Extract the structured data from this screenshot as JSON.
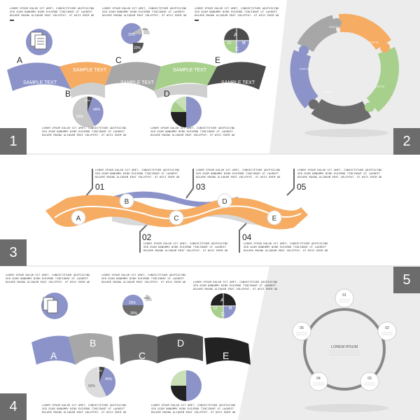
{
  "panels": [
    {
      "number": "1"
    },
    {
      "number": "2"
    },
    {
      "number": "3"
    },
    {
      "number": "4"
    },
    {
      "number": "5"
    }
  ],
  "lorem": "LOREM IPSUM DOLOR SIT AMET, CONSECTETUER ADIPISCING\nSED DIAM NONUMMY NIBH EUISMOD TINCIDUNT UT LAOREET\nDOLORE MAGNA ALIQUAM ERAT VOLUTPAT. UT WISI ENIM AD",
  "panel1": {
    "letters": [
      "A",
      "B",
      "C",
      "D",
      "E"
    ],
    "ribbon_labels": [
      "SAMPLE TEXT",
      "SAMPLE TEXT",
      "SAMPLE TEXT",
      "SAMPLE TEXT",
      "SAMPLE TEXT"
    ],
    "pie_small": {
      "a": "25%",
      "b": "10%",
      "c": "30%"
    },
    "pie_big": {
      "a": "10%",
      "b": "40%",
      "c": "50%"
    },
    "quad": [
      "A",
      "B",
      "C",
      "D"
    ]
  },
  "panel2": {
    "steps": [
      "STEP 01",
      "STEP 02",
      "STEP 03",
      "STEP 04",
      "STEP 05"
    ]
  },
  "panel3": {
    "letters": [
      "A",
      "B",
      "C",
      "D",
      "E"
    ],
    "numbers": [
      "01",
      "02",
      "03",
      "04",
      "05"
    ]
  },
  "panel4": {
    "letters": [
      "A",
      "B",
      "C",
      "D",
      "E"
    ],
    "pie_small": {
      "a": "25%",
      "b": "10%",
      "c": "30%"
    },
    "pie_big": {
      "a": "10%",
      "b": "40%",
      "c": "50%"
    },
    "quad": [
      "A",
      "B",
      "C",
      "D"
    ]
  },
  "panel5": {
    "center_text": "LOREM IPSUM",
    "steps": [
      "01",
      "02",
      "03",
      "04",
      "05"
    ]
  },
  "colors": {
    "blue": "#8b93c9",
    "orange": "#f6ac63",
    "gray": "#a7a7a7",
    "green": "#a8d08d",
    "dark": "#4c4c4c",
    "bg_gray": "#ececec"
  }
}
